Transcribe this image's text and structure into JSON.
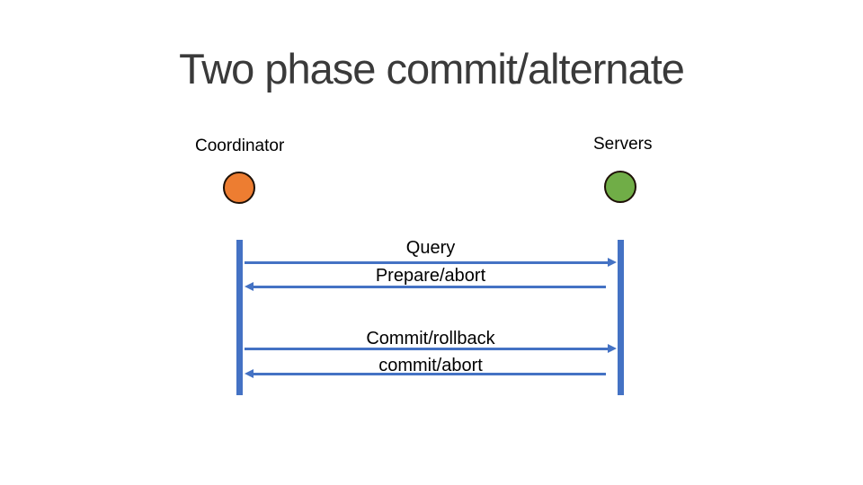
{
  "slide": {
    "title": "Two phase commit/alternate",
    "actors": [
      {
        "name": "Coordinator",
        "node": "orange-circle"
      },
      {
        "name": "Servers",
        "node": "green-circle"
      }
    ],
    "messages": [
      {
        "label": "Query",
        "direction": "right"
      },
      {
        "label": "Prepare/abort",
        "direction": "left"
      },
      {
        "label": "Commit/rollback",
        "direction": "right"
      },
      {
        "label": "commit/abort",
        "direction": "left"
      }
    ]
  },
  "colors": {
    "accent-blue": "#4472C4",
    "coordinator-fill": "#ED7D31",
    "servers-fill": "#70AD47",
    "node-outline": "#1E1006",
    "title-text": "#3A3A3A",
    "label-text": "#000000",
    "slide-bg": "#FFFFFF"
  }
}
